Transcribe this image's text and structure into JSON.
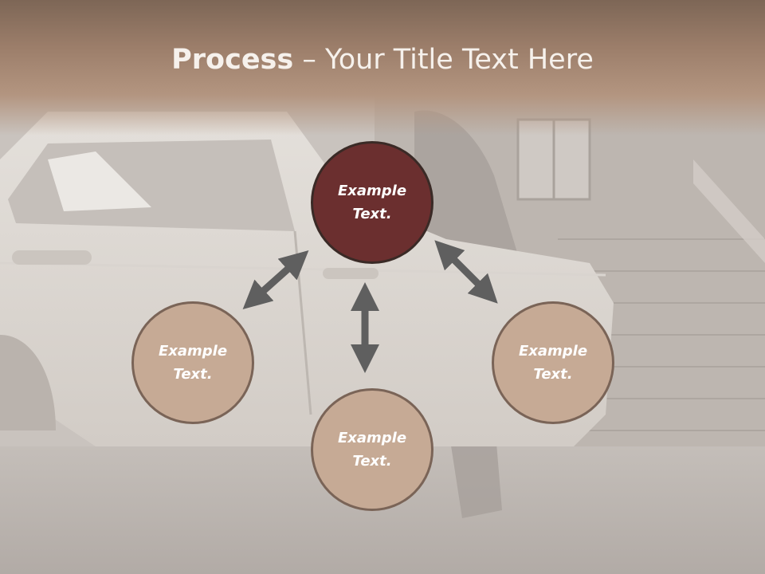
{
  "slide": {
    "title_bold": "Process",
    "title_rest": " – Your Title Text Here"
  },
  "nodes": {
    "top": {
      "line1": "Example",
      "line2": "Text."
    },
    "left": {
      "line1": "Example",
      "line2": "Text."
    },
    "right": {
      "line1": "Example",
      "line2": "Text."
    },
    "bottom": {
      "line1": "Example",
      "line2": "Text."
    }
  },
  "colors": {
    "accent_dark": "#6b2f2f",
    "node_light": "#c6aa95",
    "node_border": "#7a6457",
    "arrow": "#5f5f5f",
    "title_band": "#a88a74"
  }
}
